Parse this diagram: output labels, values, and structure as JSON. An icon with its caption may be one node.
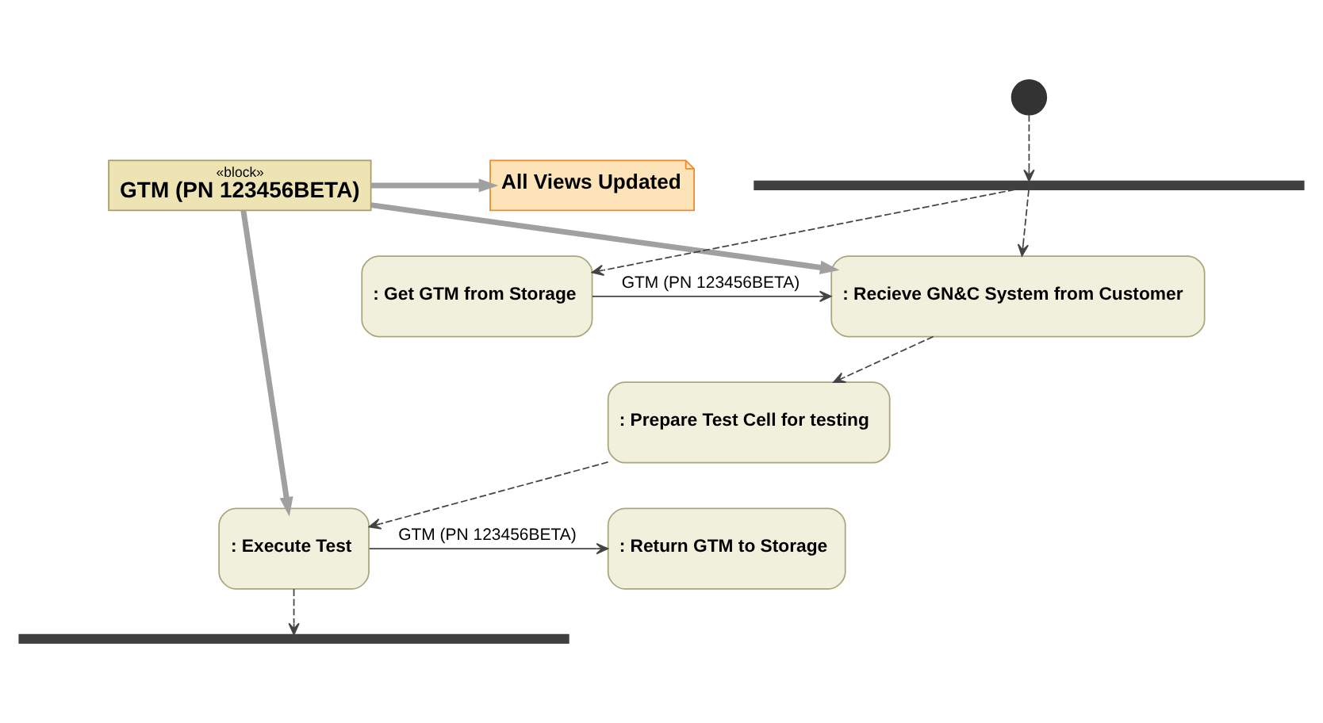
{
  "diagram": {
    "nodes": [
      {
        "text": [
          "«block»",
          "GTM (PN 123456BETA)"
        ]
      },
      {
        "text": [
          "All Views Updated"
        ]
      },
      {
        "text": [],
        "shape": "circle"
      },
      {
        "text": [],
        "shape": "bar"
      },
      {
        "text": [
          ": Get GTM from Storage"
        ]
      },
      {
        "text": [
          ": Recieve GN&C System from Customer"
        ]
      },
      {
        "text": [
          ": Prepare Test Cell for testing"
        ]
      },
      {
        "text": [
          ": Return GTM to Storage"
        ]
      },
      {
        "text": [
          ": Execute Test"
        ]
      },
      {
        "text": [],
        "shape": "bar"
      }
    ],
    "edges": [
      {
        "from": 0,
        "to": 1,
        "arrow": "to",
        "style": "thick",
        "color": "#a0a0a0"
      },
      {
        "from": 0,
        "to": 5,
        "arrow": "to",
        "style": "thick",
        "color": "#a0a0a0"
      },
      {
        "from": 0,
        "to": 8,
        "arrow": "to",
        "style": "thick",
        "color": "#a0a0a0"
      },
      {
        "from": 2,
        "to": 3,
        "arrow": "to",
        "style": "dashed"
      },
      {
        "from": 3,
        "to": 4,
        "arrow": "to",
        "style": "dashed"
      },
      {
        "from": 3,
        "to": 5,
        "arrow": "to",
        "style": "dashed"
      },
      {
        "from": 4,
        "to": 5,
        "arrow": "to",
        "label": "GTM (PN 123456BETA)"
      },
      {
        "from": 5,
        "to": 6,
        "arrow": "to",
        "style": "dashed"
      },
      {
        "from": 6,
        "to": 8,
        "arrow": "to",
        "style": "dashed"
      },
      {
        "from": 8,
        "to": 7,
        "arrow": "to",
        "label": "GTM (PN 123456BETA)"
      },
      {
        "from": 8,
        "to": 9,
        "arrow": "to",
        "style": "dashed"
      }
    ]
  }
}
